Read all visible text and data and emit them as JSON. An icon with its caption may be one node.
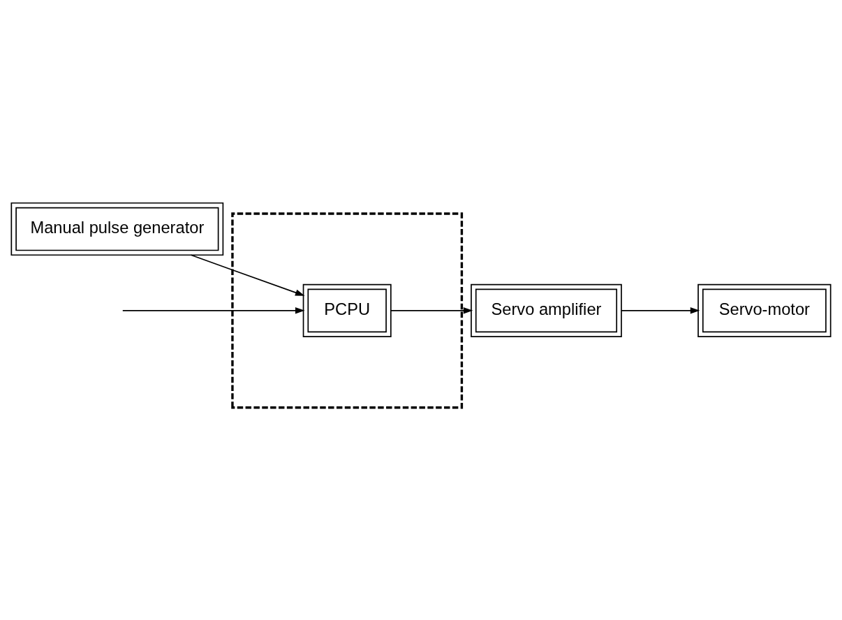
{
  "diagram": {
    "nodes": [
      {
        "text": [],
        "shape": "box"
      },
      {
        "text": [
          "PCPU"
        ],
        "in": 0
      },
      {
        "text": [
          "Servo amplifier"
        ]
      },
      {
        "text": [
          "Servo-motor"
        ]
      },
      {
        "text": [
          "Manual pulse generator"
        ]
      }
    ],
    "edges": [
      {
        "from": null,
        "to": 1,
        "arrow": "to"
      },
      {
        "from": 1,
        "to": 2,
        "arrow": "to"
      },
      {
        "from": 2,
        "to": 3,
        "arrow": "to"
      },
      {
        "from": 4,
        "to": 1,
        "arrow": "to"
      }
    ]
  }
}
